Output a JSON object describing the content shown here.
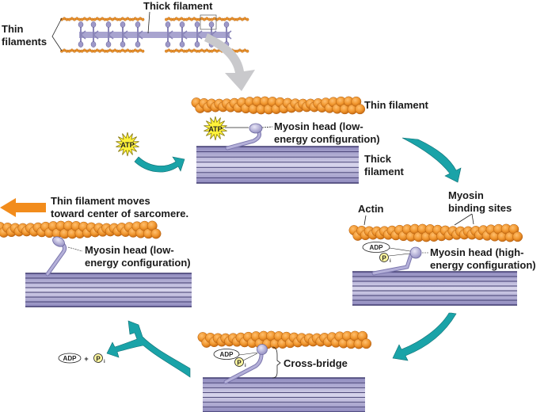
{
  "title": "Cross-bridge cycle of muscle contraction",
  "colors": {
    "actin": "#f0962e",
    "actin_dark": "#c76a12",
    "myosin": "#a8a4cf",
    "myosin_dark": "#4d477e",
    "arrow_teal": "#1aa3a8",
    "arrow_orange": "#f28c1c",
    "arrow_gray": "#c9c9cc",
    "atp_star": "#fff23a"
  },
  "overview": {
    "thick_label": "Thick filament",
    "thin_label_line1": "Thin",
    "thin_label_line2": "filaments"
  },
  "panel_top": {
    "thin_label": "Thin filament",
    "atp_badge": "ATP",
    "head_line1": "Myosin head (low-",
    "head_line2": "energy configuration)",
    "thick_line1": "Thick",
    "thick_line2": "filament",
    "free_atp": "ATP"
  },
  "panel_right": {
    "actin_label": "Actin",
    "binding_line1": "Myosin",
    "binding_line2": "binding sites",
    "adp": "ADP",
    "pi": "P",
    "pi_sub": "i",
    "head_line1": "Myosin head (high-",
    "head_line2": "energy configuration)"
  },
  "panel_bottom": {
    "adp": "ADP",
    "pi": "P",
    "pi_sub": "i",
    "cross_bridge": "Cross-bridge"
  },
  "panel_left": {
    "move_line1": "Thin filament moves",
    "move_line2": "toward center of sarcomere.",
    "head_line1": "Myosin head (low-",
    "head_line2": "energy configuration)"
  },
  "released": {
    "adp": "ADP",
    "plus": "+",
    "pi": "P",
    "pi_sub": "i"
  }
}
